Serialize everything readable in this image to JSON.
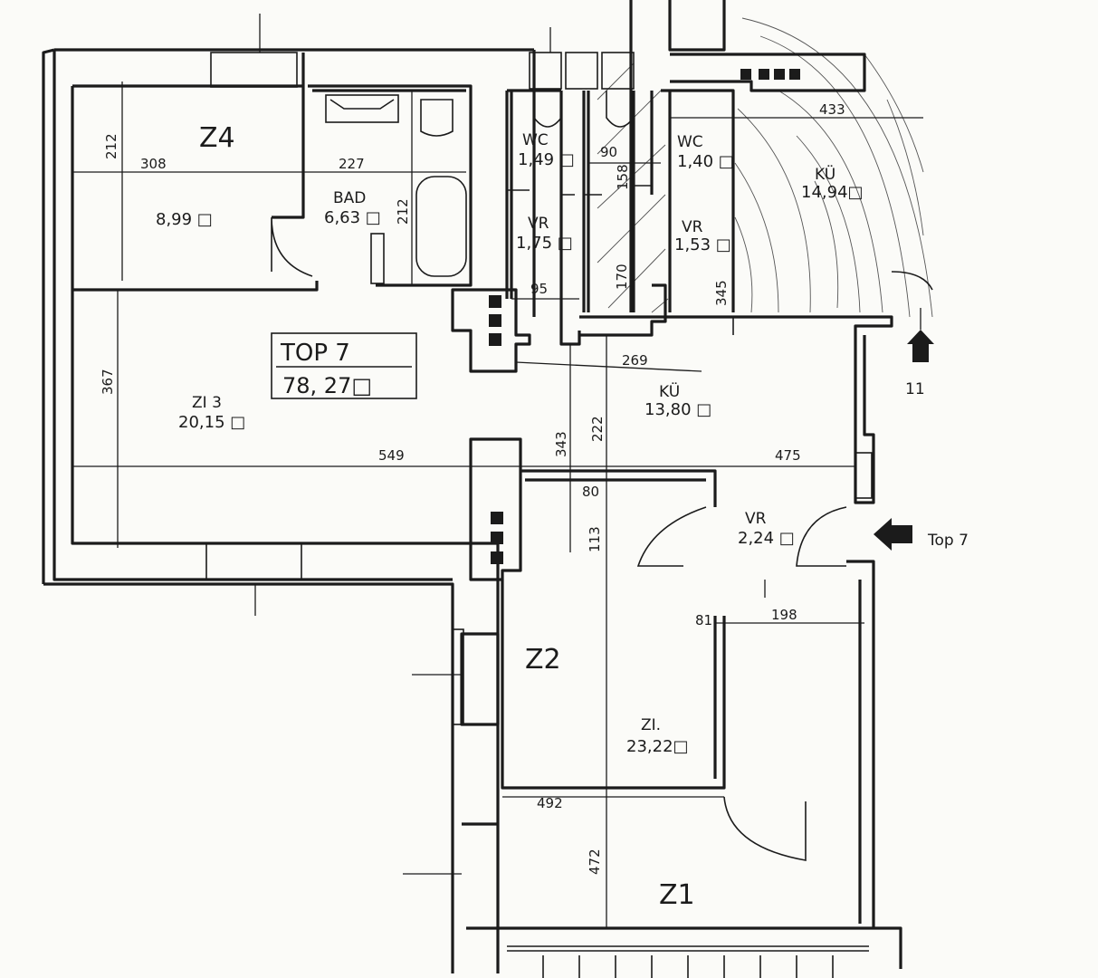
{
  "plan": {
    "unit_title": "TOP 7",
    "unit_area": "78, 27□",
    "entrance_label": "Top 7",
    "stair_number": "11",
    "rooms": {
      "z4": {
        "name": "Z4",
        "area": "8,99 □"
      },
      "bad": {
        "name": "BAD",
        "area": "6,63 □"
      },
      "wc1": {
        "name": "WC",
        "area": "1,49 □"
      },
      "vr1": {
        "name": "VR",
        "area": "1,75 □"
      },
      "wc2": {
        "name": "WC",
        "area": "1,40 □"
      },
      "vr2": {
        "name": "VR",
        "area": "1,53 □"
      },
      "kue1": {
        "name": "KÜ",
        "area": "14,94□"
      },
      "zi3": {
        "name": "ZI 3",
        "area": "20,15 □"
      },
      "kue2": {
        "name": "KÜ",
        "area": "13,80 □"
      },
      "vr3": {
        "name": "VR",
        "area": "2,24 □"
      },
      "z2": {
        "name": "Z2"
      },
      "zi1": {
        "name": "ZI.",
        "area": "23,22□"
      },
      "z1": {
        "name": "Z1"
      }
    },
    "dimensions": {
      "d308": "308",
      "d212a": "212",
      "d227": "227",
      "d212b": "212",
      "d90": "90",
      "d158": "158",
      "d433": "433",
      "d95": "95",
      "d170": "170",
      "d345": "345",
      "d367": "367",
      "d549": "549",
      "d269": "269",
      "d343": "343",
      "d222": "222",
      "d475": "475",
      "d80": "80",
      "d113": "113",
      "d81": "81",
      "d198": "198",
      "d492": "492",
      "d472": "472"
    }
  }
}
